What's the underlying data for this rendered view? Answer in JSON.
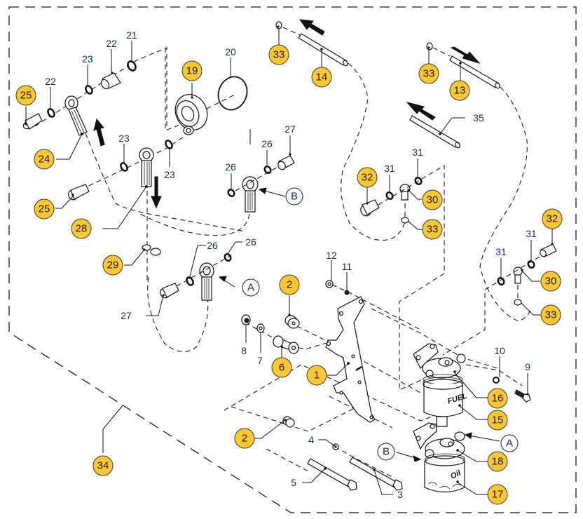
{
  "diagram": {
    "title": "Fuel and oil filter exploded parts view",
    "accent_color": "#FDC82F",
    "callouts": [
      {
        "id": "c1",
        "label": "1",
        "style": "highlighted"
      },
      {
        "id": "c2a",
        "label": "2",
        "style": "highlighted"
      },
      {
        "id": "c2b",
        "label": "2",
        "style": "highlighted"
      },
      {
        "id": "c3",
        "label": "3",
        "style": "plain"
      },
      {
        "id": "c4",
        "label": "4",
        "style": "plain"
      },
      {
        "id": "c5",
        "label": "5",
        "style": "plain"
      },
      {
        "id": "c6",
        "label": "6",
        "style": "highlighted"
      },
      {
        "id": "c7",
        "label": "7",
        "style": "plain"
      },
      {
        "id": "c8",
        "label": "8",
        "style": "plain"
      },
      {
        "id": "c9",
        "label": "9",
        "style": "plain"
      },
      {
        "id": "c10",
        "label": "10",
        "style": "plain"
      },
      {
        "id": "c11",
        "label": "11",
        "style": "plain"
      },
      {
        "id": "c12",
        "label": "12",
        "style": "plain"
      },
      {
        "id": "c13",
        "label": "13",
        "style": "highlighted"
      },
      {
        "id": "c14",
        "label": "14",
        "style": "highlighted"
      },
      {
        "id": "c15",
        "label": "15",
        "style": "highlighted"
      },
      {
        "id": "c16",
        "label": "16",
        "style": "highlighted"
      },
      {
        "id": "c17",
        "label": "17",
        "style": "highlighted"
      },
      {
        "id": "c18",
        "label": "18",
        "style": "highlighted"
      },
      {
        "id": "c19",
        "label": "19",
        "style": "highlighted"
      },
      {
        "id": "c20",
        "label": "20",
        "style": "plain"
      },
      {
        "id": "c21",
        "label": "21",
        "style": "plain"
      },
      {
        "id": "c22a",
        "label": "22",
        "style": "plain"
      },
      {
        "id": "c22b",
        "label": "22",
        "style": "plain"
      },
      {
        "id": "c23a",
        "label": "23",
        "style": "plain"
      },
      {
        "id": "c23b",
        "label": "23",
        "style": "plain"
      },
      {
        "id": "c23c",
        "label": "23",
        "style": "plain"
      },
      {
        "id": "c24",
        "label": "24",
        "style": "highlighted"
      },
      {
        "id": "c25a",
        "label": "25",
        "style": "highlighted"
      },
      {
        "id": "c25b",
        "label": "25",
        "style": "highlighted"
      },
      {
        "id": "c26a",
        "label": "26",
        "style": "plain"
      },
      {
        "id": "c26b",
        "label": "26",
        "style": "plain"
      },
      {
        "id": "c26c",
        "label": "26",
        "style": "plain"
      },
      {
        "id": "c26d",
        "label": "26",
        "style": "plain"
      },
      {
        "id": "c27a",
        "label": "27",
        "style": "plain"
      },
      {
        "id": "c27b",
        "label": "27",
        "style": "plain"
      },
      {
        "id": "c28",
        "label": "28",
        "style": "highlighted"
      },
      {
        "id": "c29",
        "label": "29",
        "style": "highlighted"
      },
      {
        "id": "c30a",
        "label": "30",
        "style": "highlighted"
      },
      {
        "id": "c30b",
        "label": "30",
        "style": "highlighted"
      },
      {
        "id": "c31a",
        "label": "31",
        "style": "plain"
      },
      {
        "id": "c31b",
        "label": "31",
        "style": "plain"
      },
      {
        "id": "c31c",
        "label": "31",
        "style": "plain"
      },
      {
        "id": "c31d",
        "label": "31",
        "style": "plain"
      },
      {
        "id": "c32a",
        "label": "32",
        "style": "highlighted"
      },
      {
        "id": "c32b",
        "label": "32",
        "style": "highlighted"
      },
      {
        "id": "c33a",
        "label": "33",
        "style": "highlighted"
      },
      {
        "id": "c33b",
        "label": "33",
        "style": "highlighted"
      },
      {
        "id": "c33c",
        "label": "33",
        "style": "highlighted"
      },
      {
        "id": "c33d",
        "label": "33",
        "style": "highlighted"
      },
      {
        "id": "c34",
        "label": "34",
        "style": "highlighted"
      },
      {
        "id": "c35",
        "label": "35",
        "style": "plain"
      }
    ],
    "connection_markers": [
      {
        "id": "mA1",
        "label": "A"
      },
      {
        "id": "mA2",
        "label": "A"
      },
      {
        "id": "mB1",
        "label": "B"
      },
      {
        "id": "mB2",
        "label": "B"
      }
    ],
    "part_text": {
      "fuel_filter": "FUEL",
      "oil_filter": "Oil"
    }
  }
}
